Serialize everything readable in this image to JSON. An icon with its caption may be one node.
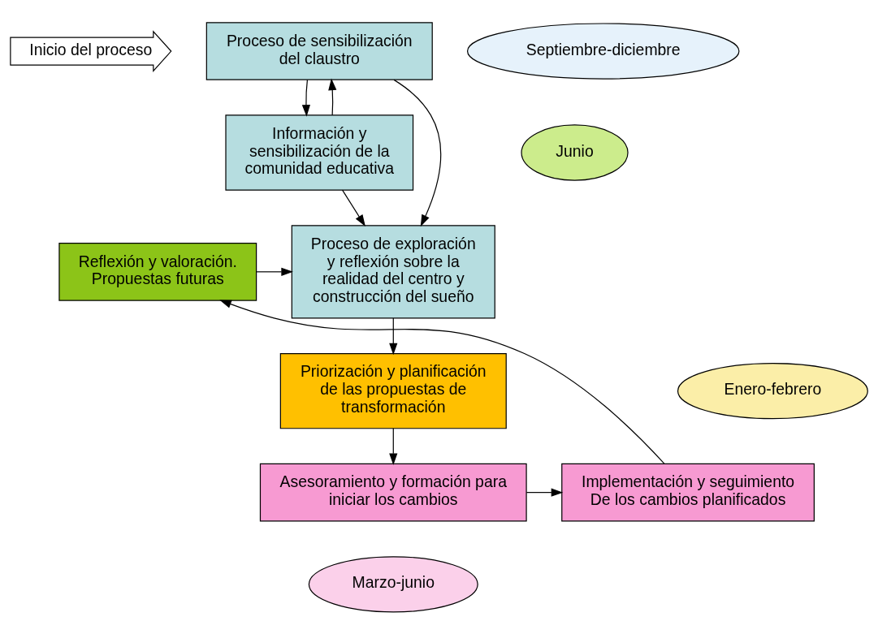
{
  "diagram": {
    "nodes": [
      {
        "text": [
          "Inicio del proceso"
        ]
      },
      {
        "text": [
          "Proceso de sensibilización del claustro"
        ]
      },
      {
        "text": [
          "Septiembre-diciembre"
        ]
      },
      {
        "text": [
          "Junio"
        ]
      },
      {
        "text": [
          "Información y sensibilización de la comunidad educativa"
        ]
      },
      {
        "text": [
          "Proceso de exploración y reflexión sobre la realidad del centro y construcción del sueño"
        ]
      },
      {
        "text": [
          "Reflexión y valoración. Propuestas futuras"
        ]
      },
      {
        "text": [
          "Enero-febrero"
        ]
      },
      {
        "text": [
          "Priorización y planificación de las propuestas de transformación"
        ]
      },
      {
        "text": [
          "Implementación y seguimiento De los cambios planificados"
        ]
      },
      {
        "text": [
          "Asesoramiento y formación para iniciar los cambios"
        ]
      },
      {
        "text": [
          "Marzo-junio"
        ]
      }
    ],
    "edges": [
      {
        "from": 1,
        "to": 4,
        "arrow": "to"
      },
      {
        "from": 4,
        "to": 1,
        "arrow": "to"
      },
      {
        "from": 1,
        "to": 5,
        "arrow": "to"
      },
      {
        "from": 4,
        "to": 5,
        "arrow": "to"
      },
      {
        "from": 6,
        "to": 5,
        "arrow": "to"
      },
      {
        "from": 5,
        "to": 8,
        "arrow": "to"
      },
      {
        "from": 8,
        "to": 10,
        "arrow": "to"
      },
      {
        "from": 10,
        "to": 9,
        "arrow": "to"
      },
      {
        "from": 9,
        "to": 6,
        "arrow": "to"
      }
    ]
  }
}
